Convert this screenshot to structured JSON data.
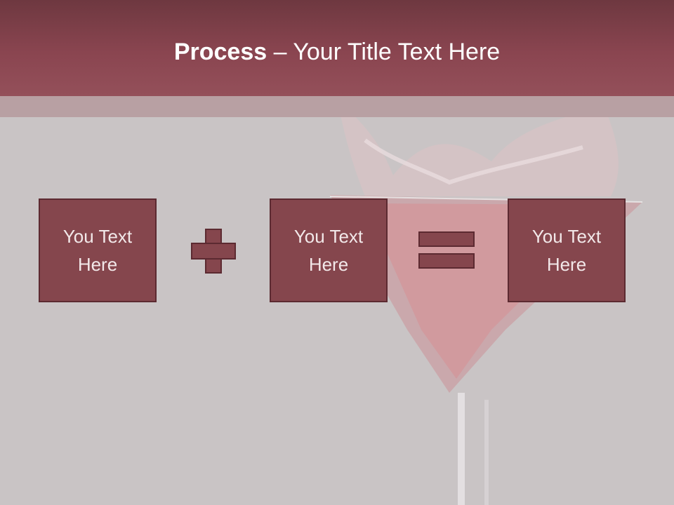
{
  "slide": {
    "title_bold": "Process",
    "title_rest": " – Your Title Text Here",
    "boxes": [
      {
        "label": "You Text Here"
      },
      {
        "label": "You Text Here"
      },
      {
        "label": "You Text Here"
      }
    ],
    "operators": [
      "plus-icon",
      "equals-icon"
    ]
  },
  "colors": {
    "header": "#8a4550",
    "box_fill": "#85464d",
    "box_border": "#5c2a31",
    "background": "#c9c4c5"
  }
}
